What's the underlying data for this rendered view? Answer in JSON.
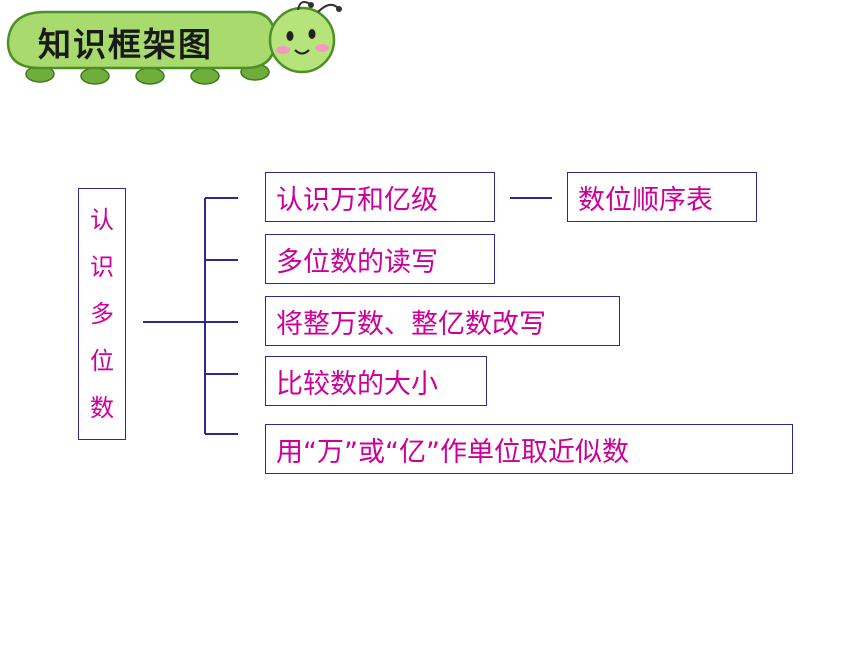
{
  "header": {
    "title": "知识框架图"
  },
  "root": {
    "chars": [
      "认",
      "识",
      "多",
      "位",
      "数"
    ]
  },
  "branches": [
    {
      "label": "认识万和亿级"
    },
    {
      "label": "多位数的读写"
    },
    {
      "label": "将整万数、整亿数改写"
    },
    {
      "label": "比较数的大小"
    },
    {
      "label": "用“万”或“亿”作单位取近似数"
    }
  ],
  "sub_branch": {
    "label": "数位顺序表"
  },
  "colors": {
    "text": "#cc0099",
    "lines": "#2b2b8f",
    "caterpillar": "#9fd36b"
  }
}
